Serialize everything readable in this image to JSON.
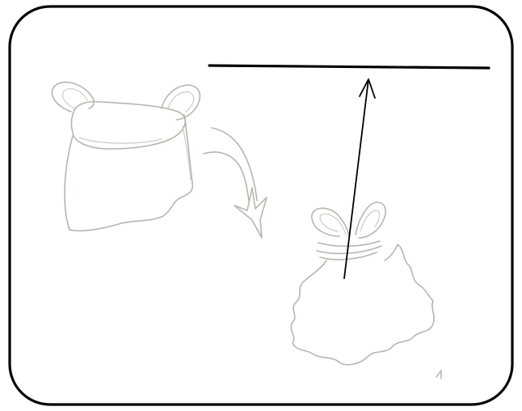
{
  "figure": {
    "panel_count": 1,
    "drawing_style": "pencil sketch",
    "figures": [
      {
        "name": "bag-before",
        "description_kind": "sack with two loop handles, open top"
      },
      {
        "name": "bag-after",
        "description_kind": "sack gathered and tied with a bow"
      }
    ],
    "connectors": [
      {
        "name": "transform-arrow",
        "style": "hand-drawn curved arrow",
        "from": "bag-before",
        "to": "bag-after"
      },
      {
        "name": "lift-arrow",
        "style": "straight black arrow",
        "from": "bag-after",
        "to": "reference-line"
      }
    ],
    "colors": {
      "frame": "#000000",
      "pencil": "#b9b4ad",
      "ink": "#000000",
      "background": "#ffffff"
    }
  }
}
